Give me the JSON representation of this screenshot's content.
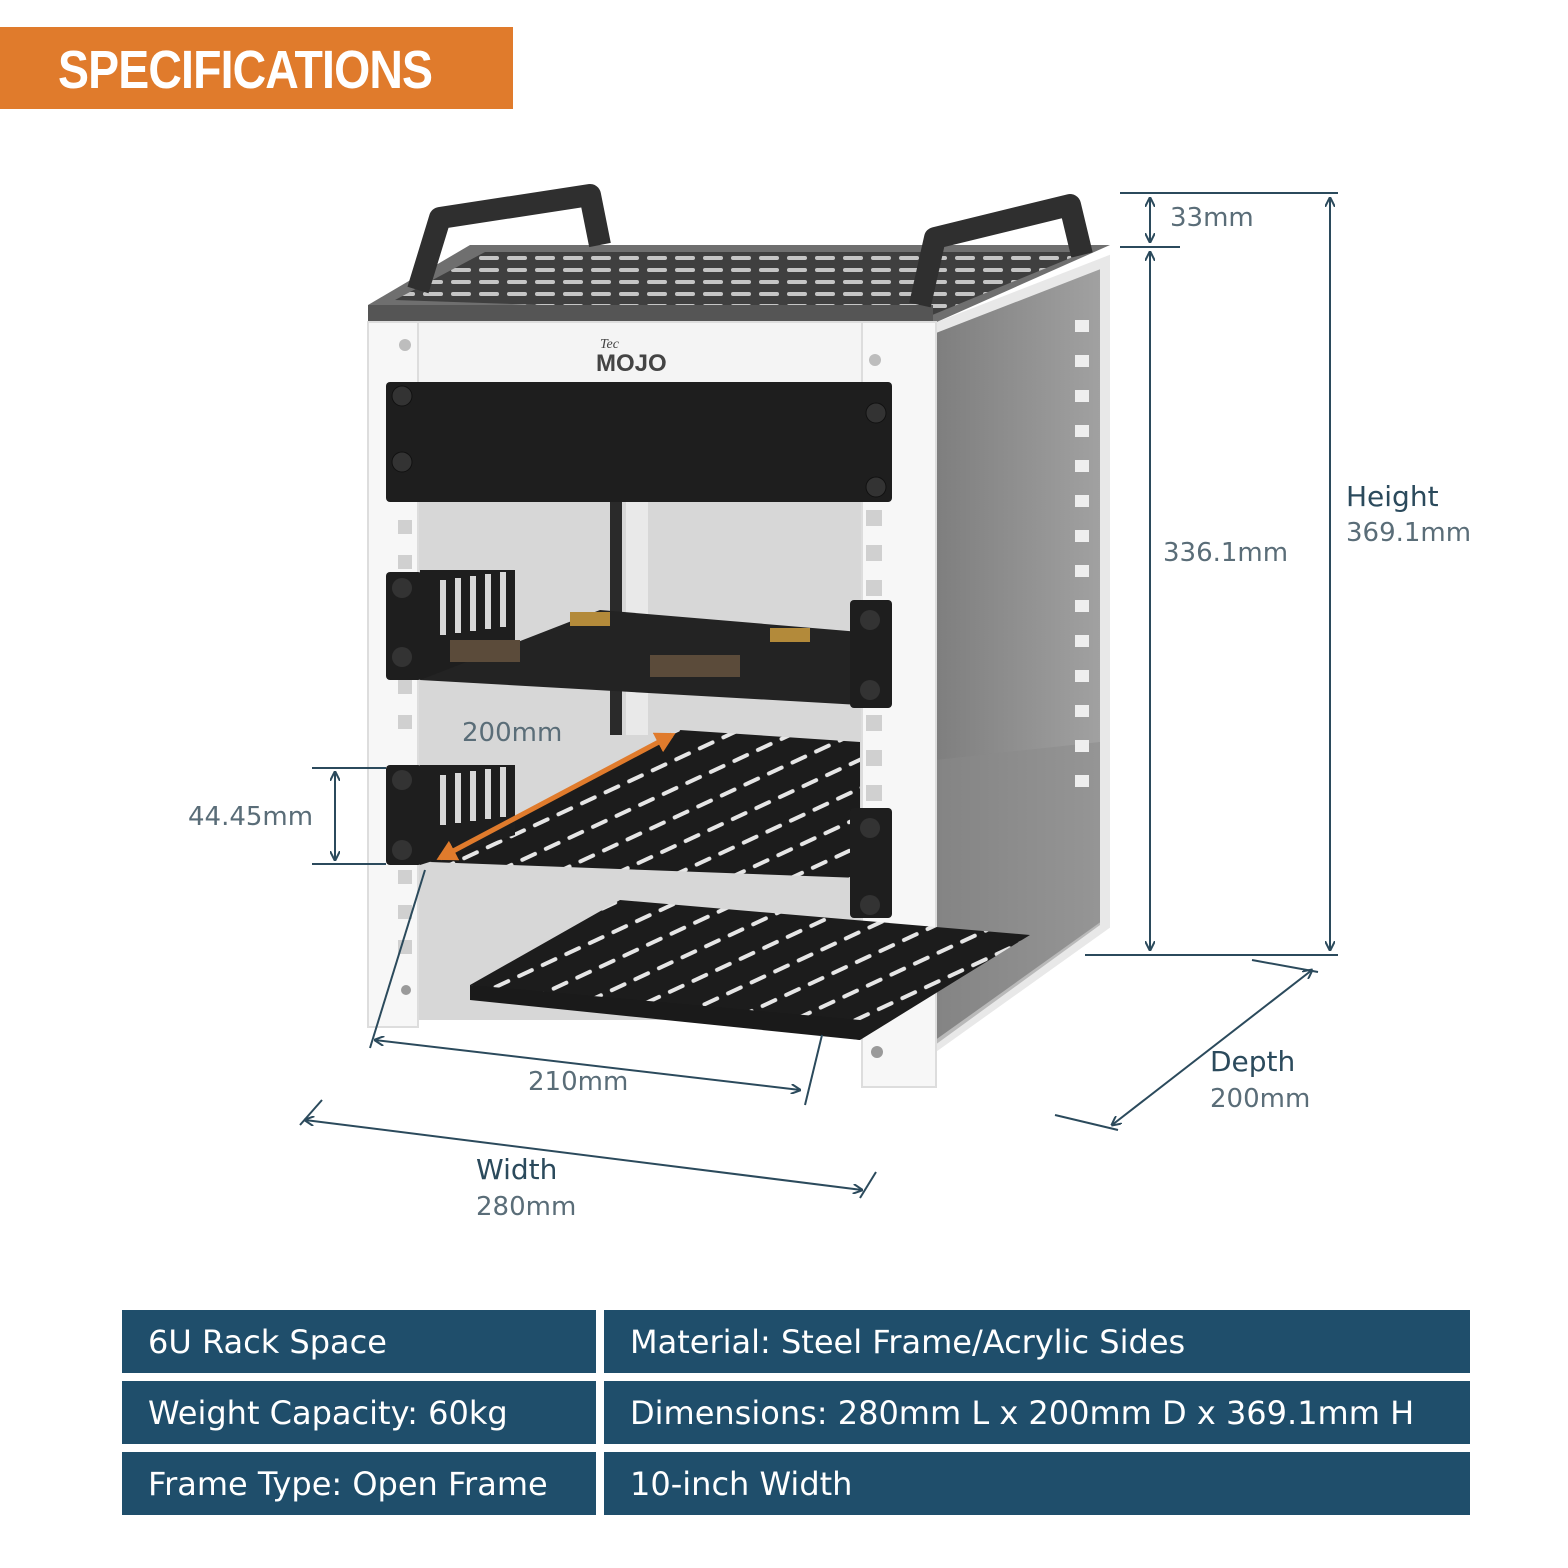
{
  "banner": {
    "title": "SPECIFICATIONS"
  },
  "brand": {
    "logo_small": "Tec",
    "logo_main": "MOJO"
  },
  "dimensions": {
    "top_gap": "33mm",
    "inner_height": "336.1mm",
    "height_title": "Height",
    "height_value": "369.1mm",
    "shelf_depth": "200mm",
    "unit_height": "44.45mm",
    "inner_width": "210mm",
    "width_title": "Width",
    "width_value": "280mm",
    "depth_title": "Depth",
    "depth_value": "200mm"
  },
  "specs": [
    {
      "left": "6U Rack Space",
      "right": "Material: Steel Frame/Acrylic Sides"
    },
    {
      "left": "Weight Capacity: 60kg",
      "right": "Dimensions: 280mm L x 200mm D x 369.1mm H"
    },
    {
      "left": "Frame Type: Open Frame",
      "right": "10-inch Width"
    }
  ],
  "colors": {
    "banner": "#e07b2c",
    "table": "#1f4e6b",
    "arrow": "#e07b2c",
    "dimline": "#2b4a5c"
  }
}
